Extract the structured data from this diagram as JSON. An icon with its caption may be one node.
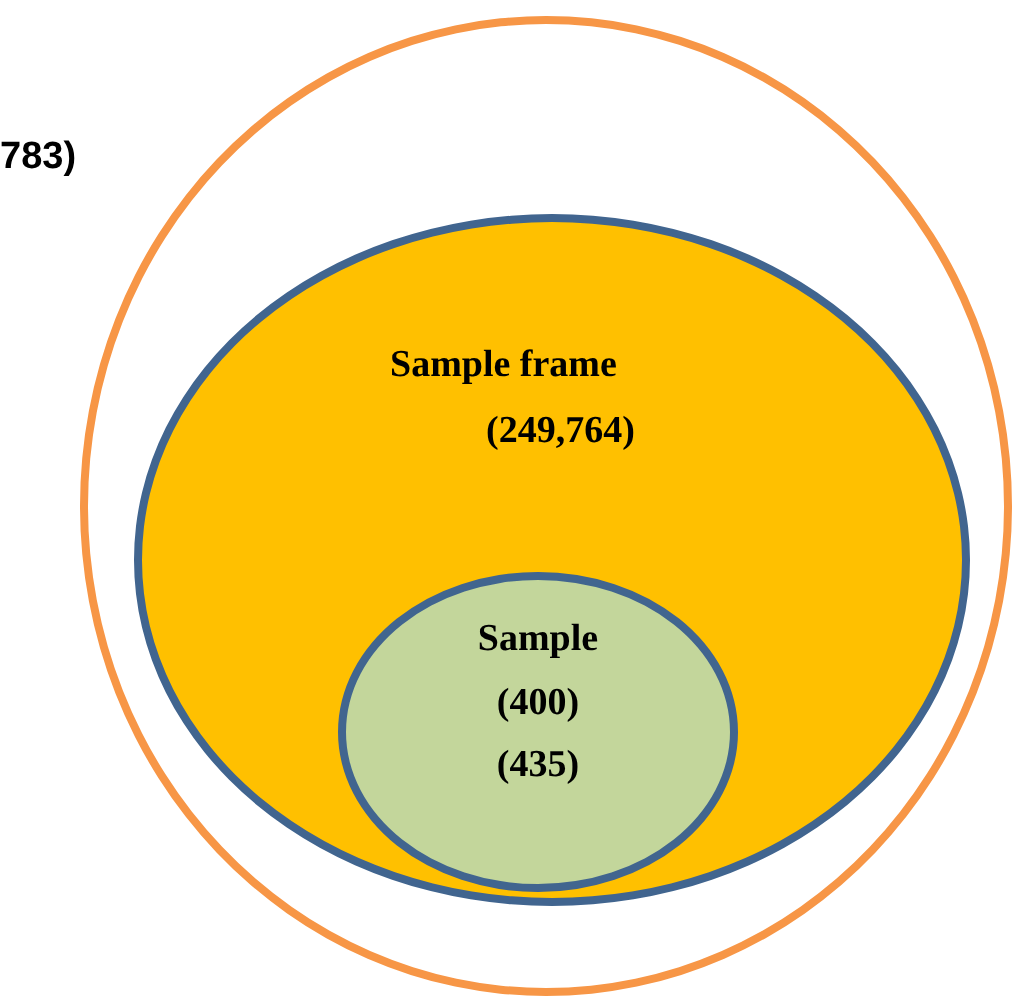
{
  "diagram": {
    "nodes": [
      {
        "text": [],
        "shape": "circle"
      },
      {
        "text": [
          "Sample frame",
          "(249,764)"
        ],
        "in": 0
      },
      {
        "text": [
          "Sample",
          "(400)",
          "(435)"
        ],
        "in": 1
      }
    ],
    "labels": [
      "783)"
    ]
  }
}
